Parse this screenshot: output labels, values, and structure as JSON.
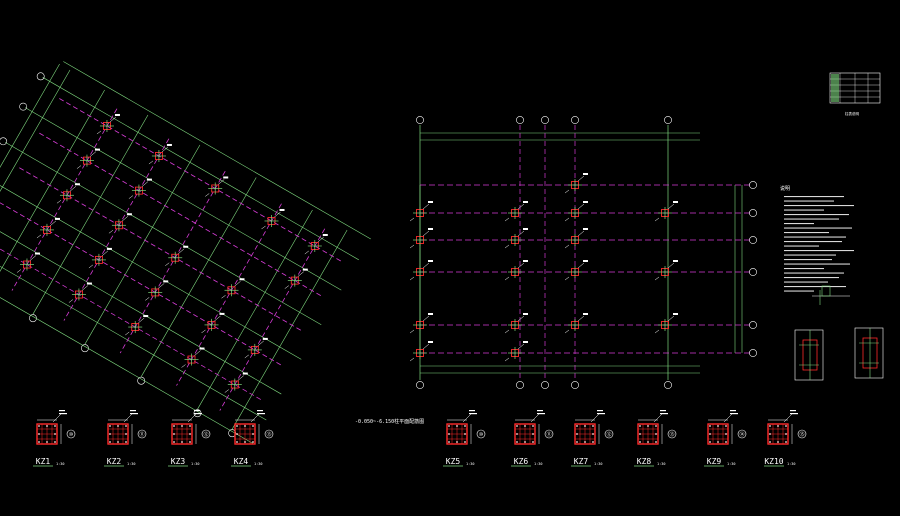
{
  "drawing": {
    "background": "#000000",
    "colors": {
      "axis_line": "#7fd97f",
      "beam_line": "#d43bd4",
      "column": "#ff2a2a",
      "rebar": "#ffffff",
      "bubble": "#ffffff",
      "dim": "#7fd97f",
      "text": "#ffffff"
    },
    "plan_title": "-0.050~-6.150柱平面配筋图",
    "note_header": "说明",
    "table_caption": "柱表说明",
    "column_sections": [
      {
        "label": "KZ1",
        "scale": "1:30",
        "axis": "⑩"
      },
      {
        "label": "KZ2",
        "scale": "1:30",
        "axis": "⑪"
      },
      {
        "label": "KZ3",
        "scale": "1:30",
        "axis": "⑫"
      },
      {
        "label": "KZ4",
        "scale": "1:30",
        "axis": "⑬"
      },
      {
        "label": "KZ5",
        "scale": "1:30",
        "axis": "⑩"
      },
      {
        "label": "KZ6",
        "scale": "1:30",
        "axis": "⑪"
      },
      {
        "label": "KZ7",
        "scale": "1:30",
        "axis": "⑫"
      },
      {
        "label": "KZ8",
        "scale": "1:30",
        "axis": "⑬"
      },
      {
        "label": "KZ9",
        "scale": "1:30",
        "axis": "⑭"
      },
      {
        "label": "KZ10",
        "scale": "1:30",
        "axis": "⑮"
      }
    ]
  }
}
